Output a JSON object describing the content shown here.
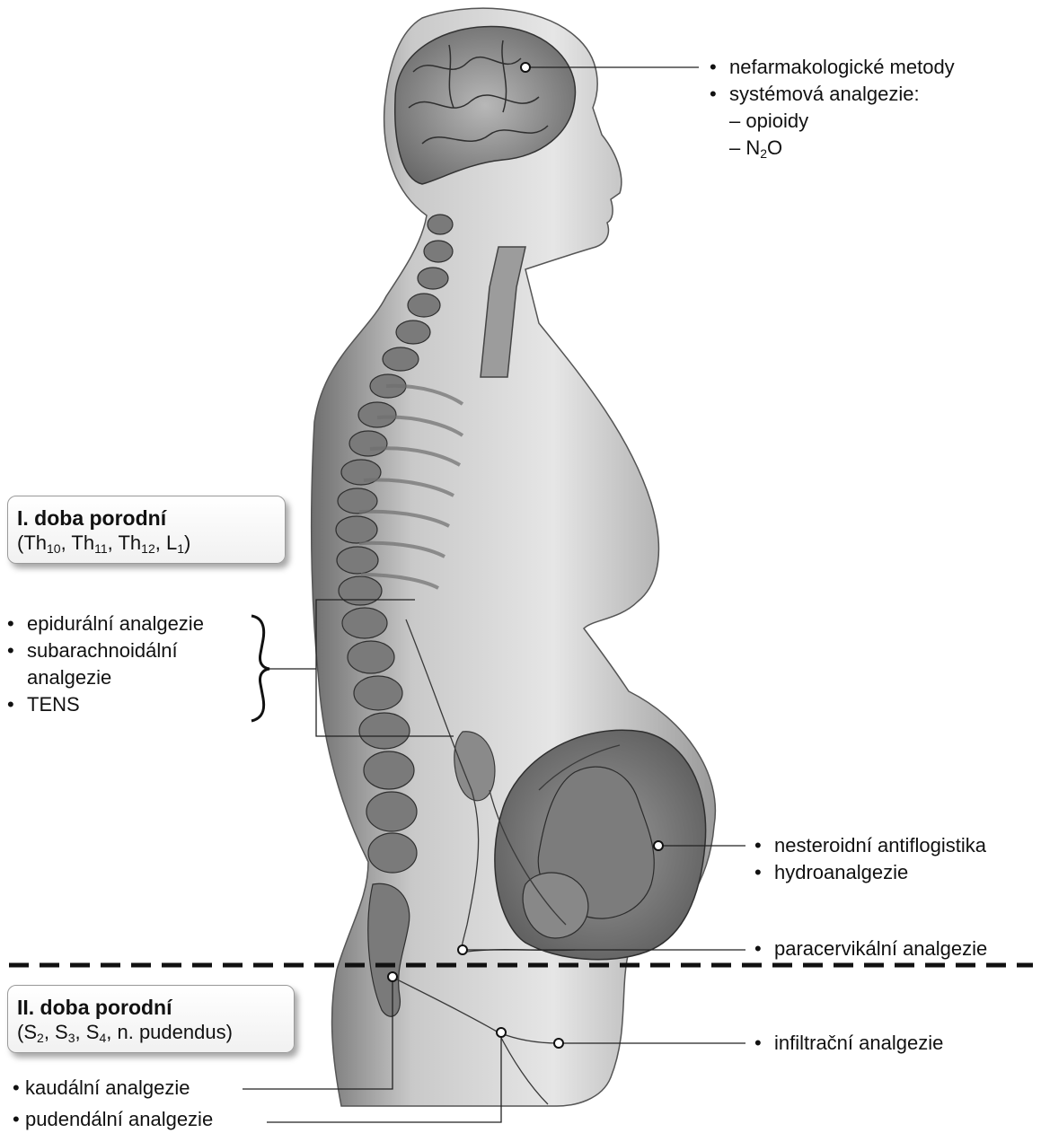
{
  "stage1": {
    "title": "I. doba porodní",
    "nerves": [
      {
        "base": "Th",
        "sub": "10"
      },
      {
        "base": "Th",
        "sub": "11"
      },
      {
        "base": "Th",
        "sub": "12"
      },
      {
        "base": "L",
        "sub": "1"
      }
    ]
  },
  "stage2": {
    "title": "II. doba porodní",
    "nerves": [
      {
        "base": "S",
        "sub": "2"
      },
      {
        "base": "S",
        "sub": "3"
      },
      {
        "base": "S",
        "sub": "4"
      }
    ],
    "extra": "n. pudendus"
  },
  "brain": {
    "item1": "nefarmakologické metody",
    "item2": "systémová analgezie:",
    "sub1": "– opioidy",
    "sub2_prefix": "– N",
    "sub2_subscript": "2",
    "sub2_suffix": "O"
  },
  "spinal": {
    "item1": "epidurální analgezie",
    "item2_line1": "subarachnoidální",
    "item2_line2": "analgezie",
    "item3": "TENS"
  },
  "uterus": {
    "item1": "nesteroidní antiflogistika",
    "item2": "hydroanalgezie"
  },
  "cervix": {
    "item1": "paracervikální analgezie"
  },
  "perineum": {
    "item1": "infiltrační analgezie"
  },
  "sacral": {
    "item1": "kaudální analgezie",
    "item2": "pudendální analgezie"
  },
  "bullet": "•"
}
